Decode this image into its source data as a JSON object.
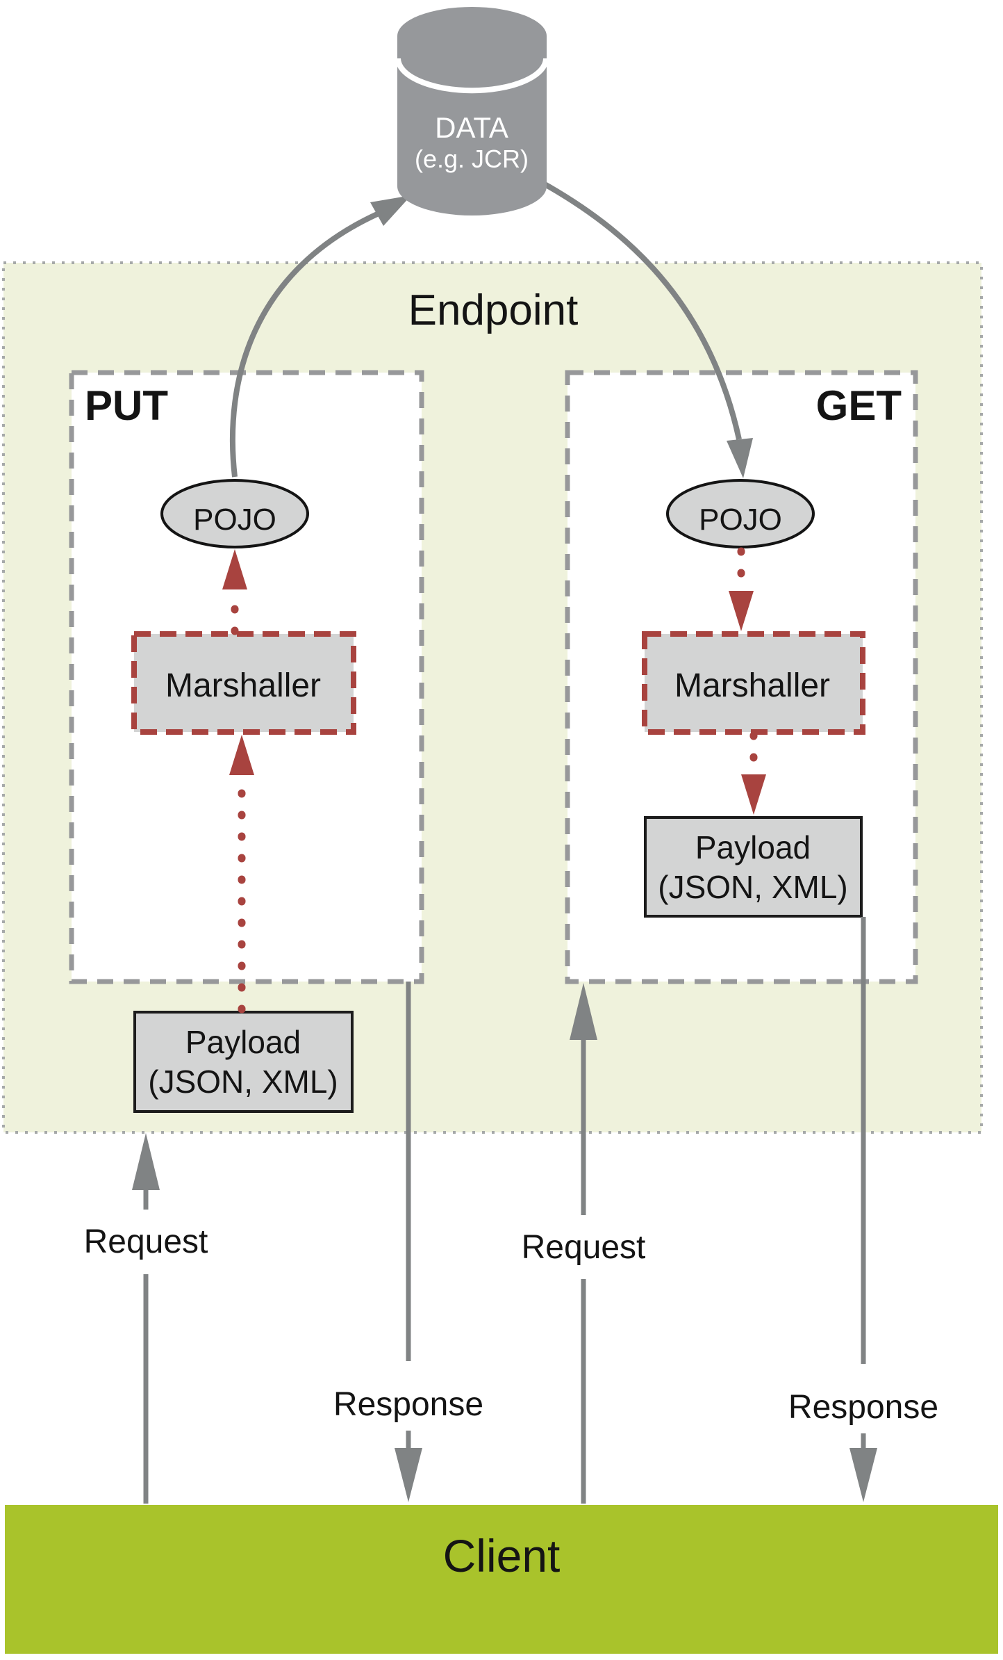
{
  "datastore": {
    "title": "DATA",
    "subtitle": "(e.g. JCR)"
  },
  "endpoint": {
    "label": "Endpoint",
    "put": {
      "label": "PUT",
      "pojo": "POJO",
      "marshaller": "Marshaller",
      "payload": [
        "Payload",
        "(JSON, XML)"
      ]
    },
    "get": {
      "label": "GET",
      "pojo": "POJO",
      "marshaller": "Marshaller",
      "payload": [
        "Payload",
        "(JSON, XML)"
      ]
    }
  },
  "flows": {
    "put_request": "Request",
    "put_response": "Response",
    "get_request": "Request",
    "get_response": "Response"
  },
  "client": {
    "label": "Client"
  },
  "colors": {
    "endpoint_background": "#eff2dc",
    "client_green": "#a9c32b",
    "node_gray_fill": "#d3d4d4",
    "cylinder_gray": "#96989b",
    "arrow_gray": "#808384",
    "dashed_border_gray": "#97989a",
    "accent_red": "#a8433f",
    "text_black": "#141414"
  }
}
